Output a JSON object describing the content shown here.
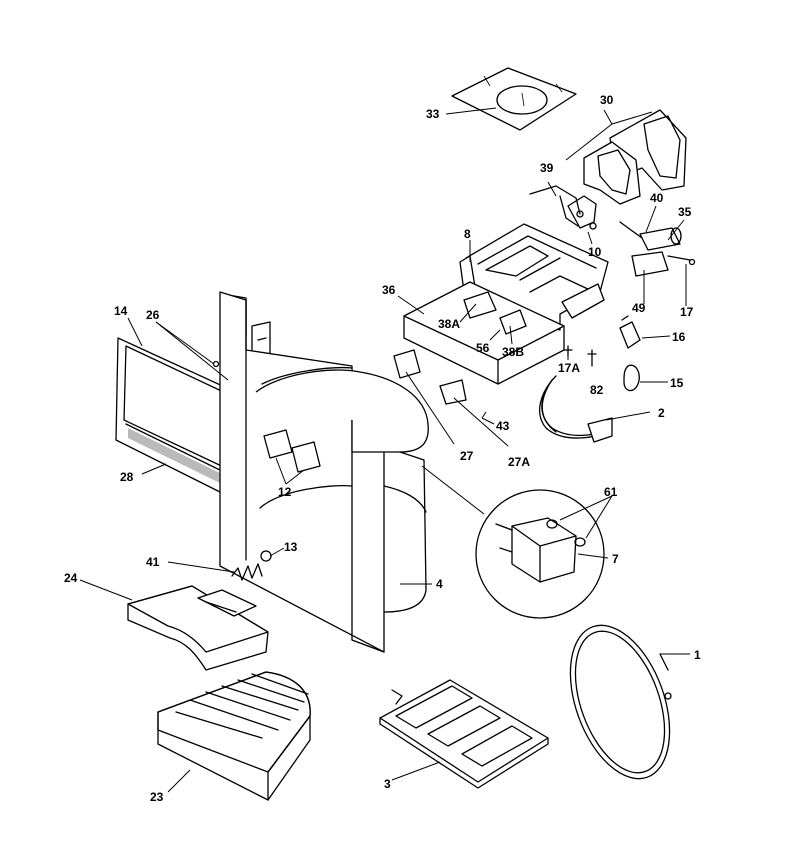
{
  "labels": {
    "p1": "1",
    "p2": "2",
    "p3": "3",
    "p4": "4",
    "p7": "7",
    "p8": "8",
    "p10": "10",
    "p12": "12",
    "p13": "13",
    "p14": "14",
    "p15": "15",
    "p16": "16",
    "p17": "17",
    "p17a": "17A",
    "p23": "23",
    "p24": "24",
    "p26": "26",
    "p27": "27",
    "p27a": "27A",
    "p28": "28",
    "p30": "30",
    "p33": "33",
    "p35": "35",
    "p36": "36",
    "p38a": "38A",
    "p38b": "38B",
    "p39": "39",
    "p40": "40",
    "p41": "41",
    "p43": "43",
    "p49": "49",
    "p56": "56",
    "p61": "61",
    "p82": "82"
  }
}
